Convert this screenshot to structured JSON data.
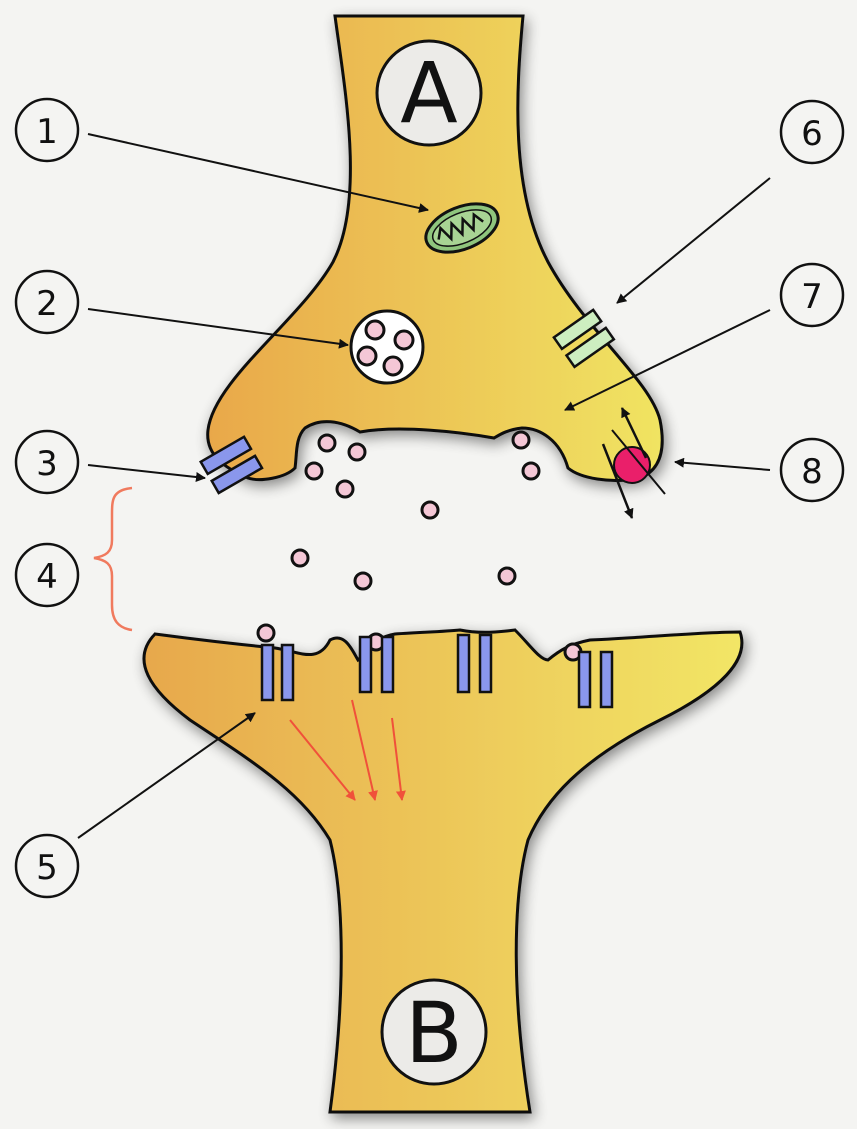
{
  "neurons": {
    "presynaptic": {
      "letter": "A"
    },
    "postsynaptic": {
      "letter": "B"
    }
  },
  "callouts": [
    {
      "number": "1",
      "icon": "mitochondrion-icon"
    },
    {
      "number": "2",
      "icon": "synaptic-vesicle-icon"
    },
    {
      "number": "3",
      "icon": "autoreceptor-icon"
    },
    {
      "number": "4",
      "icon": "synaptic-cleft-brace"
    },
    {
      "number": "5",
      "icon": "postsynaptic-receptor-icon"
    },
    {
      "number": "6",
      "icon": "calcium-channel-icon"
    },
    {
      "number": "7",
      "icon": "exocytosis-site-icon"
    },
    {
      "number": "8",
      "icon": "reuptake-pump-icon"
    }
  ],
  "colors": {
    "cell_fill_left": "#e9a84a",
    "cell_fill_right": "#f0e462",
    "vesicle_fill": "#f4c7d6",
    "receptor_blue": "#8a97ec",
    "channel_green": "#cdeec0",
    "mito_green": "#8fc57d",
    "pump_magenta": "#ea1f6a",
    "signal_red": "#f0513a",
    "cleft_brace": "#f07a5e"
  }
}
